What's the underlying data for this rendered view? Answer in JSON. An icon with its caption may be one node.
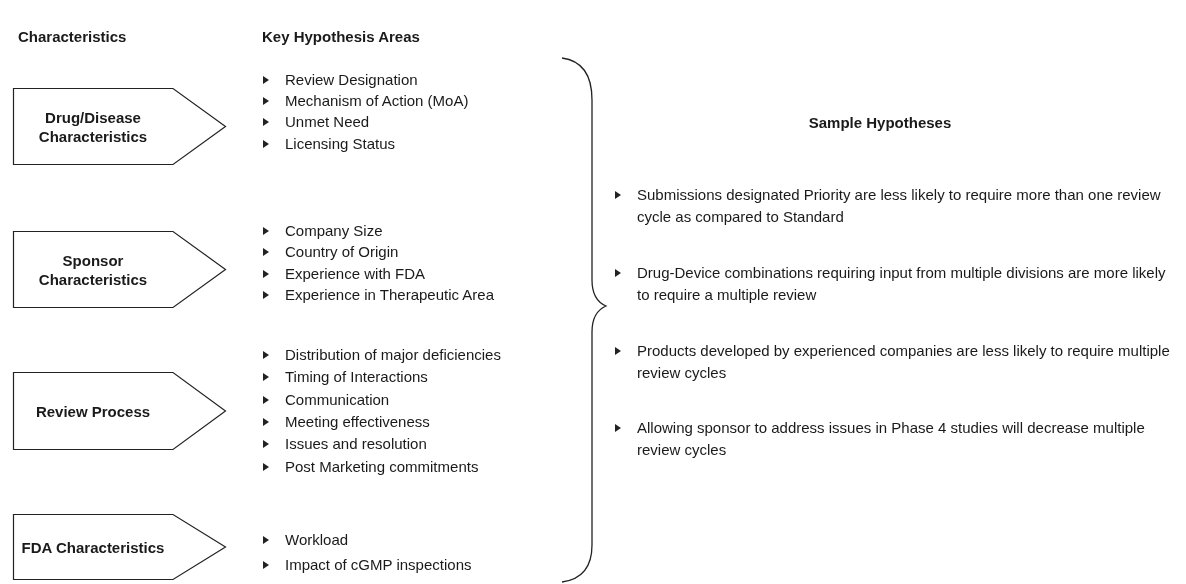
{
  "diagram": {
    "nodes": [
      {
        "text": [
          "Drug/Disease Characteristics"
        ]
      },
      {
        "text": [
          "Sponsor Characteristics"
        ]
      },
      {
        "text": [
          "Review Process"
        ]
      },
      {
        "text": [
          "FDA Characteristics"
        ]
      }
    ],
    "labels": [
      "Characteristics",
      "Key Hypothesis Areas",
      "Sample Hypotheses",
      "Review Designation",
      "Mechanism of Action (MoA)",
      "Unmet Need",
      "Licensing Status",
      "Company Size",
      "Country of Origin",
      "Experience with FDA",
      "Experience in Therapeutic Area",
      "Distribution of major deficiencies",
      "Timing of Interactions",
      "Communication",
      "Meeting effectiveness",
      "Issues and resolution",
      "Post Marketing commitments",
      "Workload",
      "Impact of cGMP inspections",
      "Submissions designated Priority are less likely to require more than one review cycle as compared to Standard",
      "Drug-Device combinations requiring input from multiple divisions are more likely to require a multiple review",
      "Products developed by experienced companies are less likely to require multiple review cycles",
      "Allowing sponsor to address issues in Phase 4 studies will decrease multiple review cycles"
    ]
  }
}
